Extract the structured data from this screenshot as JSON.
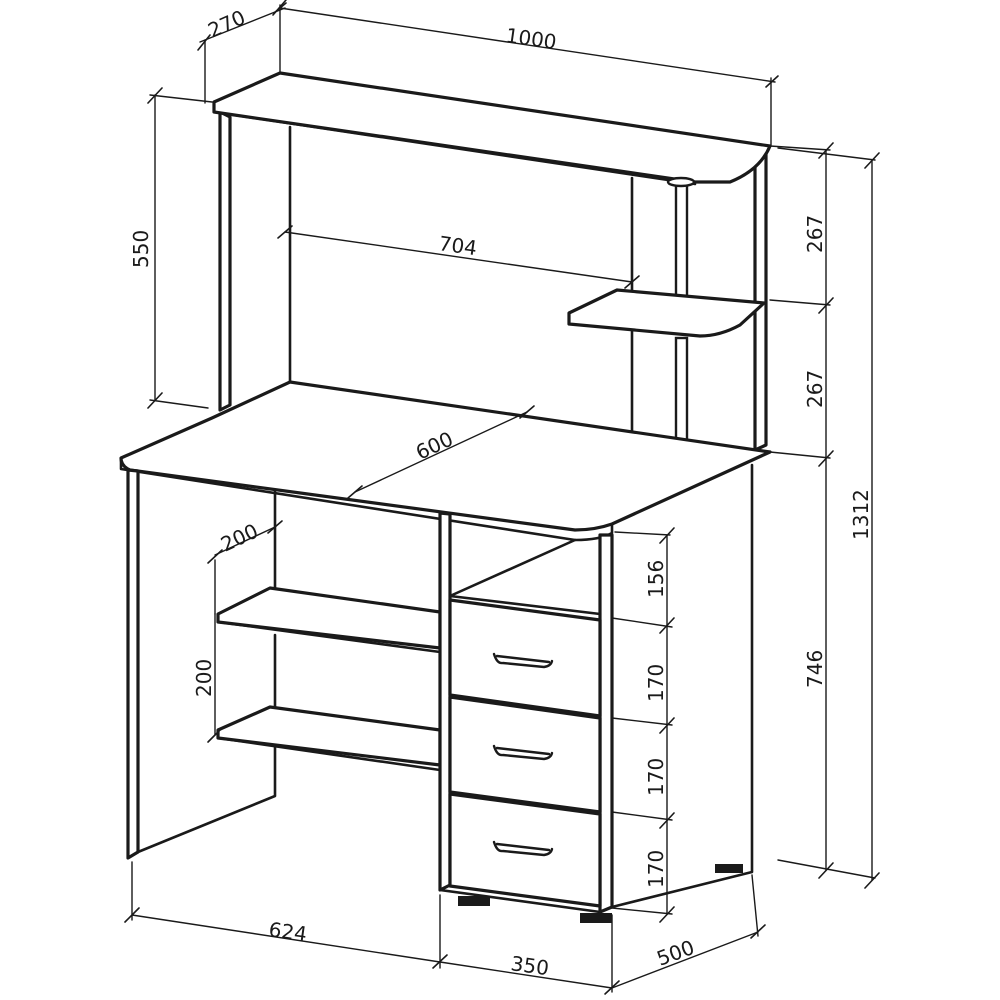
{
  "dimensions": {
    "top_depth": "270",
    "total_width": "1000",
    "hutch_height": "550",
    "shelf_spacing_upper": "267",
    "shelf_spacing_lower": "267",
    "inner_span": "704",
    "desk_depth": "600",
    "total_height": "1312",
    "open_shelf_depth": "200",
    "open_shelf_spacing": "200",
    "pedestal_top_gap": "156",
    "drawer_1": "170",
    "drawer_2": "170",
    "drawer_3": "170",
    "desk_height": "746",
    "left_width": "624",
    "pedestal_width": "350",
    "pedestal_depth": "500"
  },
  "colors": {
    "ink": "#1a1a1a",
    "paper": "#ffffff"
  }
}
